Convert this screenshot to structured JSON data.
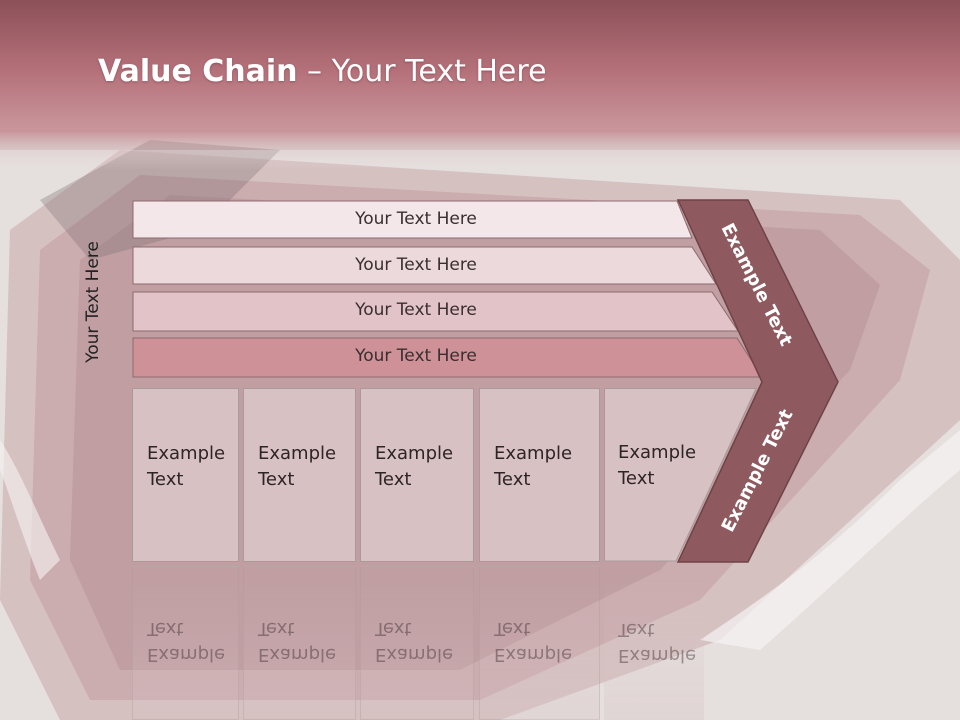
{
  "title": {
    "bold": "Value Chain",
    "rest": " – Your Text Here"
  },
  "side_label": "Your Text Here",
  "rows": [
    "Your Text Here",
    "Your Text Here",
    "Your Text Here",
    "Your Text Here"
  ],
  "boxes": [
    [
      "Example",
      "Text"
    ],
    [
      "Example",
      "Text"
    ],
    [
      "Example",
      "Text"
    ],
    [
      "Example",
      "Text"
    ],
    [
      "Example",
      "Text"
    ]
  ],
  "chevron": {
    "top_text": "Example Text",
    "bottom_text": "Example Text"
  },
  "colors": {
    "header": "#b8707a",
    "chevron": "#8e5a5f",
    "row1": "#f4e7e9",
    "row2": "#ecd9dc",
    "row3": "#e2c4c8",
    "row4": "#cf9198"
  }
}
